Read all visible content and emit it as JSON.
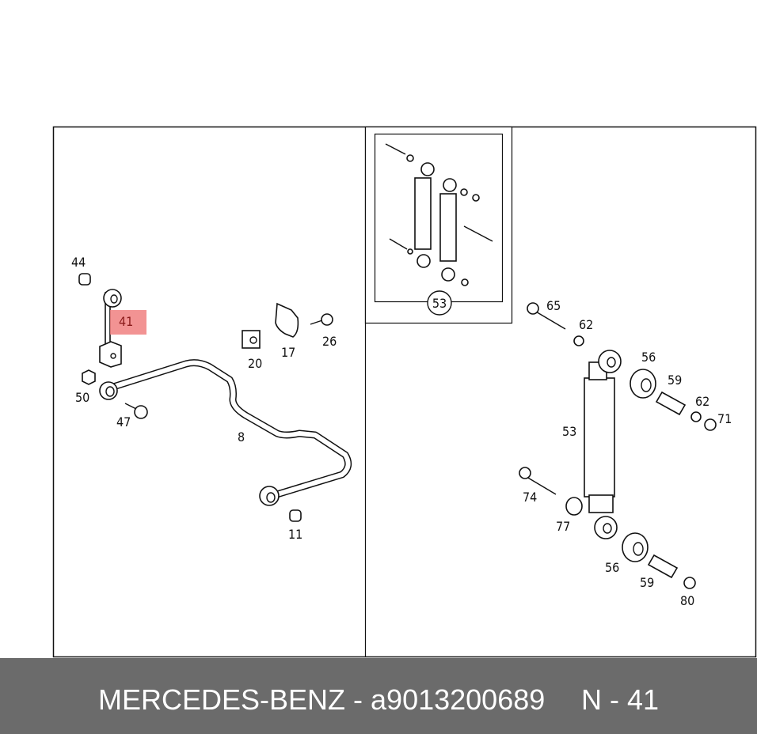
{
  "diagram": {
    "highlight_color": "#f08080",
    "highlighted_part": "41",
    "labels": {
      "p44": "44",
      "p41": "41",
      "p50": "50",
      "p47": "47",
      "p20": "20",
      "p17": "17",
      "p26": "26",
      "p8": "8",
      "p11": "11",
      "inset53": "53",
      "p65": "65",
      "p62a": "62",
      "p56a": "56",
      "p59a": "59",
      "p62b": "62",
      "p71": "71",
      "p53": "53",
      "p74": "74",
      "p77": "77",
      "p56b": "56",
      "p59b": "59",
      "p80": "80"
    }
  },
  "footer": {
    "brand_part": "MERCEDES-BENZ - a9013200689",
    "ref": "N - 41"
  }
}
